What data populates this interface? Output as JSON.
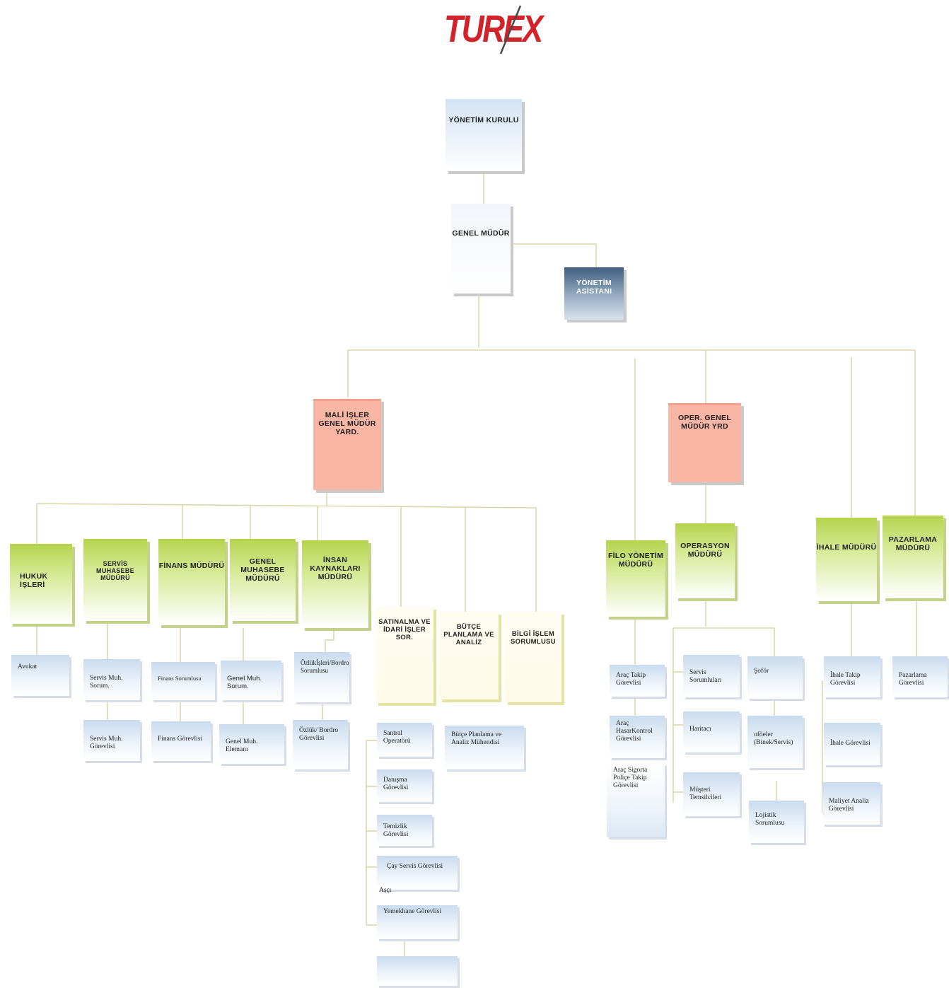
{
  "brand": {
    "logo_text": "TUREX",
    "logo_color": "#d2232a"
  },
  "colors": {
    "line": "#dcd7a8",
    "salmon": "#f9b6a4",
    "green": "#b5d34d",
    "blue": "#d3e3f5",
    "dark": "#3f5f7f"
  },
  "nodes": {
    "yonetim_kurulu": "YÖNETİM KURULU",
    "genel_mudur": "GENEL MÜDÜR",
    "yonetim_asistani": "YÖNETİM ASİSTANI",
    "mali_isler": "MALİ İŞLER GENEL MÜDÜR YARD.",
    "oper_genel": "OPER. GENEL MÜDÜR YRD",
    "hukuk": "HUKUK İŞLERİ",
    "servis_muhasebe": "SERVİS MUHASEBE MÜDÜRÜ",
    "finans": "FİNANS MÜDÜRÜ",
    "genel_muhasebe": "GENEL MUHASEBE MÜDÜRÜ",
    "insan_kaynaklari": "İNSAN KAYNAKLARI MÜDÜRÜ",
    "satinalma": "SATINALMA VE İDARİ İŞLER SOR.",
    "butce": "BÜTÇE PLANLAMA VE ANALİZ",
    "bilgi_islem": "BİLGİ İŞLEM SORUMLUSU",
    "filo": "FİLO YÖNETİM MÜDÜRÜ",
    "operasyon": "OPERASYON MÜDÜRÜ",
    "ihale": "İHALE MÜDÜRÜ",
    "pazarlama": "PAZARLAMA MÜDÜRÜ"
  },
  "leaves": {
    "avukat": "Avukat",
    "servis_muh_sorum": "Servis Muh. Sorum.",
    "servis_muh_gorevlisi": "Servis Muh. Görevlisi",
    "finans_sorumlusu": "Finans Sorumlusu",
    "finans_gorevlisi": "Finans Görevlisi",
    "genel_muh_sorum": "Genel Muh. Sorum.",
    "genel_muh_elemani": "Genel Muh. Elemanı",
    "ozluk_bordro_sorumlusu": "Özlükİşleri/Bordro Sorumlusu",
    "ozluk_bordro_gorevlisi": "Özlük/ Bordro Görevlisi",
    "santral_operatoru": "Santral Operatörü",
    "danisma_gorevlisi": "Danışma Görevlisi",
    "temizlik_gorevlisi": "Temizlik Görevlisi",
    "cay_servis_gorevlisi": "Çay Servis Görevlisi",
    "asci": "Aşçı",
    "yemekhane_gorevlisi": "Yemekhane Görevlisi",
    "butce_muhendisi": "Bütçe Planlama ve Analiz Mühendisi",
    "arac_takip_gorevlisi": "Araç Takip Görevlisi",
    "arac_hasar_kontrol": "Araç HasarKontrol Görevlisi",
    "arac_sigorta_police": "Araç Sigorta Poliçe Takip Görevlisi",
    "servis_sorumlulari": "Servis Sorumluları",
    "haritaci": "Haritacı",
    "musteri_temsilcileri": "Müşteri Temsilcileri",
    "sofor": "Şoför",
    "soforler": "oföeler (Binek/Servis)",
    "lojistik_sorumlusu": "Lojistik Sorumlusu",
    "ihale_takip_gorevlisi": "İhale Takip Görevlisi",
    "ihale_gorevlisi": "İhale Görevlisi",
    "maliyet_analiz_gorevlisi": "Maliyet Analiz Görevlisi",
    "pazarlama_gorevlisi": "Pazarlama Görevlisi"
  }
}
